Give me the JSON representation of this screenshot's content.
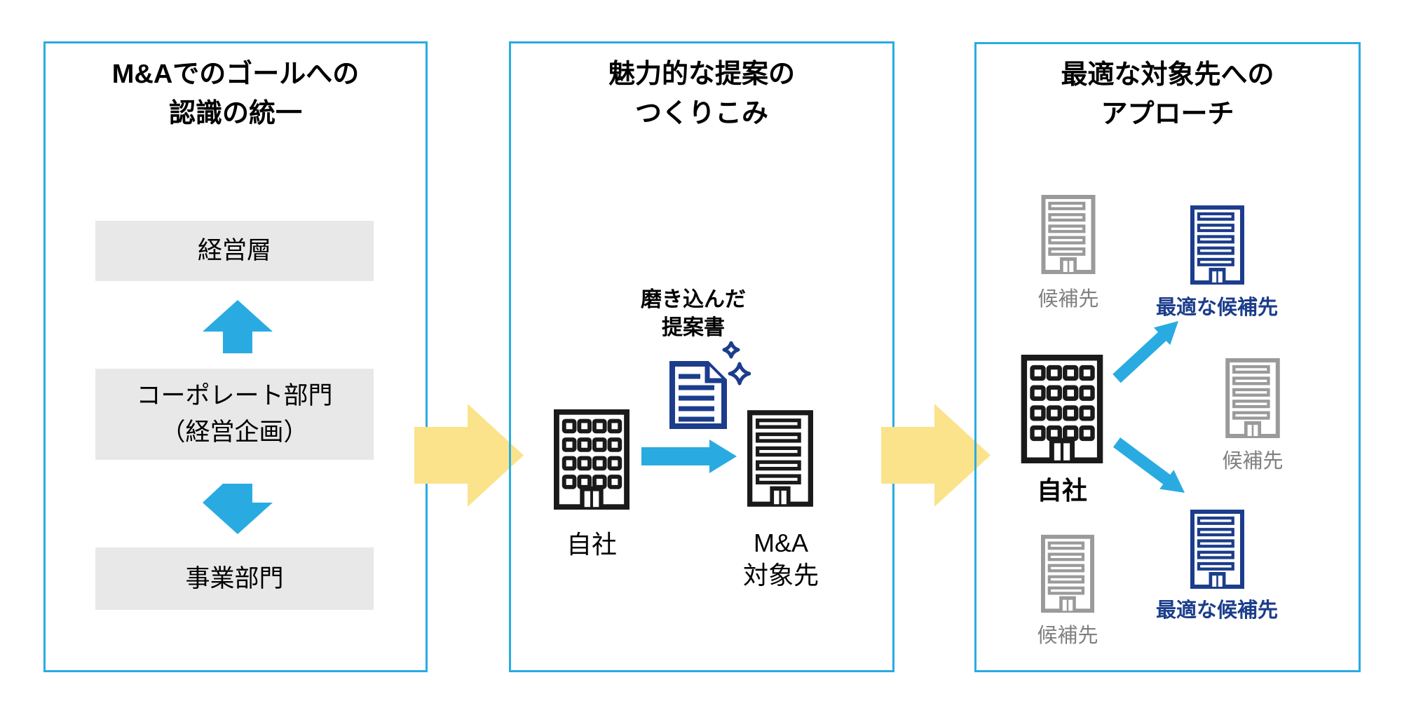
{
  "colors": {
    "accent_cyan": "#29ABE2",
    "accent_yellow": "#FBE38C",
    "navy": "#1C3D8C",
    "building_black": "#1A1A1A",
    "building_gray": "#9A9A9A",
    "gray_label": "#808080",
    "box_background": "#E8E8E8"
  },
  "icons": {
    "building_windows": "office-building-windows-icon",
    "building_bars": "office-building-bars-icon",
    "document": "proposal-document-icon",
    "sparkles": "sparkle-icon",
    "block_arrow": "block-arrow-icon"
  },
  "panels": [
    {
      "title_line1": "M&Aでのゴールへの",
      "title_line2": "認識の統一",
      "boxes": [
        {
          "label": "経営層"
        },
        {
          "line1": "コーポレート部門",
          "line2": "（経営企画）"
        },
        {
          "label": "事業部門"
        }
      ]
    },
    {
      "title_line1": "魅力的な提案の",
      "title_line2": "つくりこみ",
      "doc_label_line1": "磨き込んだ",
      "doc_label_line2": "提案書",
      "own_company_label": "自社",
      "target_label_line1": "M&A",
      "target_label_line2": "対象先"
    },
    {
      "title_line1": "最適な対象先への",
      "title_line2": "アプローチ",
      "own_company_label": "自社",
      "candidate_label": "候補先",
      "optimal_candidate_label": "最適な候補先"
    }
  ]
}
